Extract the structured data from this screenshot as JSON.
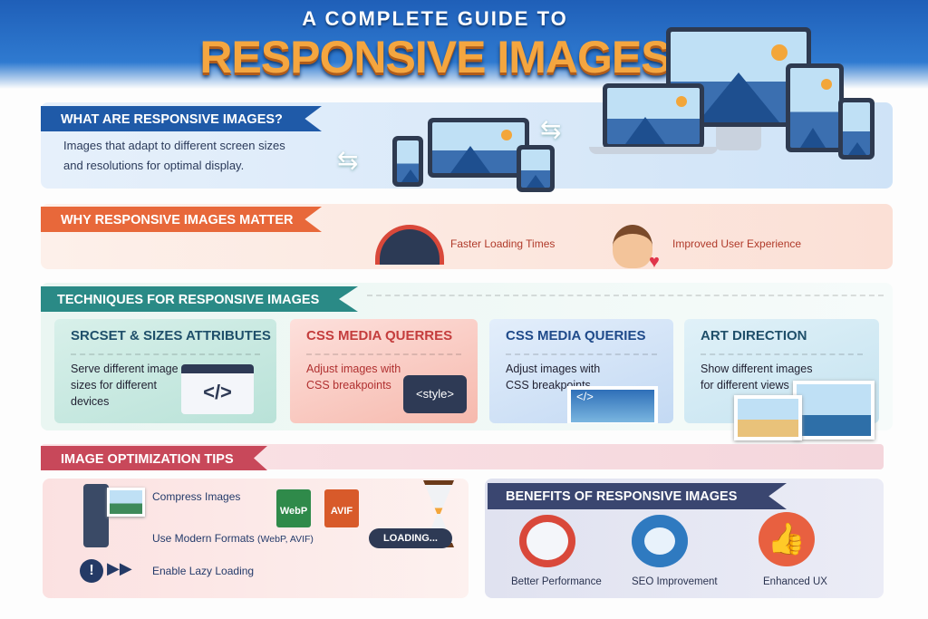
{
  "header": {
    "subtitle": "A COMPLETE GUIDE TO",
    "title": "RESPONSIVE IMAGES"
  },
  "what": {
    "heading": "WHAT ARE RESPONSIVE IMAGES?",
    "line1": "Images that adapt to different screen sizes",
    "line2": "and resolutions for optimal display."
  },
  "why": {
    "heading": "WHY RESPONSIVE IMAGES MATTER",
    "items": [
      {
        "label": "Faster Loading Times",
        "icon": "speedometer-icon"
      },
      {
        "label": "Improved User Experience",
        "icon": "user-heart-icon"
      }
    ]
  },
  "techniques": {
    "heading": "TECHNIQUES FOR RESPONSIVE IMAGES",
    "cards": [
      {
        "title": "SRCSET & SIZES ATTRIBUTES",
        "line1": "Serve different image",
        "line2": "sizes for different",
        "line3": "devices",
        "code": "</>",
        "color": "#1f4f6a"
      },
      {
        "title": "CSS MEDIA QUERRES",
        "line1": "Adjust images with",
        "line2": "CSS breakpoints",
        "code": "<style>",
        "color": "#c43d3d"
      },
      {
        "title": "CSS MEDIA QUERIES",
        "line1": "Adjust images with",
        "line2": "CSS breakpoints",
        "code": "</>",
        "color": "#1f4a8a"
      },
      {
        "title": "ART DIRECTION",
        "line1": "Show different images",
        "line2": "for different views",
        "color": "#1f4f6a"
      }
    ]
  },
  "tips": {
    "heading": "IMAGE OPTIMIZATION TIPS",
    "items": [
      "Compress Images",
      "Use Modern Formats",
      "Enable Lazy Loading"
    ],
    "formats_note": "(WebP, AVIF)",
    "badges": [
      "WebP",
      "AVIF"
    ],
    "loading": "LOADING..."
  },
  "benefits": {
    "heading": "BENEFITS OF RESPONSIVE IMAGES",
    "items": [
      "Better Performance",
      "SEO Improvement",
      "Enhanced UX"
    ]
  },
  "colors": {
    "blue": "#1f5fb8",
    "orange": "#e8683a",
    "teal": "#2a8a86",
    "red": "#c8485a",
    "navy": "#3a4670"
  }
}
